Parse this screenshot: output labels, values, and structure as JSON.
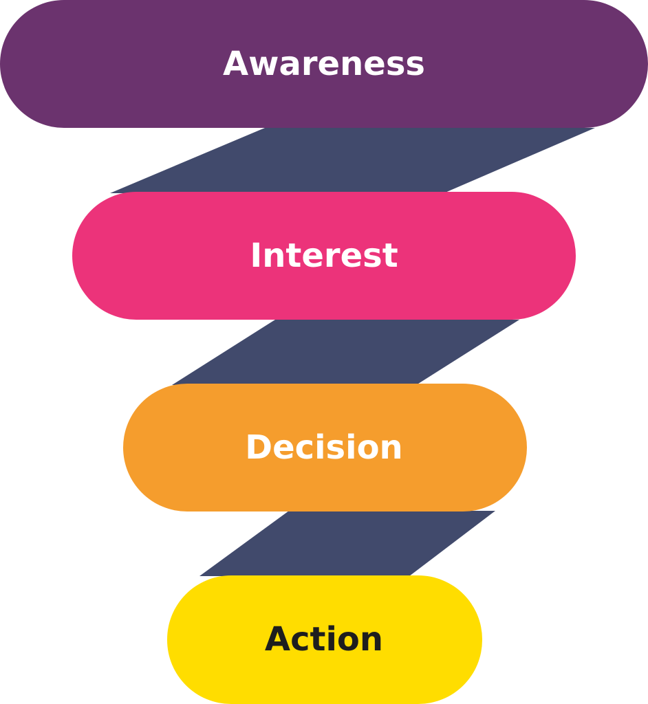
{
  "diagram": {
    "connector_color": "#414A6C",
    "stages": [
      {
        "label": "Awareness",
        "color": "#6B336E",
        "text_color": "#FFFFFF"
      },
      {
        "label": "Interest",
        "color": "#EC337A",
        "text_color": "#FFFFFF"
      },
      {
        "label": "Decision",
        "color": "#F59D2D",
        "text_color": "#FFFFFF"
      },
      {
        "label": "Action",
        "color": "#FFDD00",
        "text_color": "#1E1E1E"
      }
    ]
  }
}
